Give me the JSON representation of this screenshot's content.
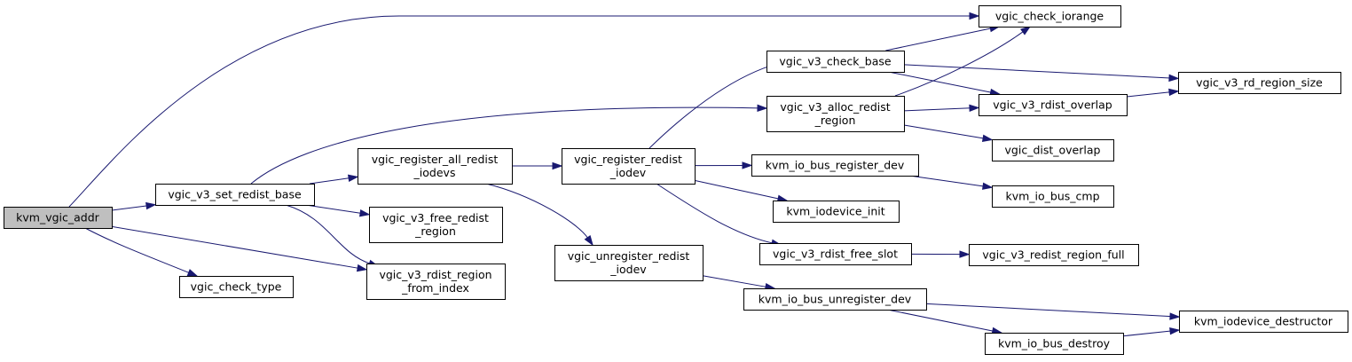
{
  "nodes": {
    "kvm_vgic_addr": {
      "lines": [
        "kvm_vgic_addr"
      ]
    },
    "vgic_v3_set_redist_base": {
      "lines": [
        "vgic_v3_set_redist_base"
      ]
    },
    "vgic_check_type": {
      "lines": [
        "vgic_check_type"
      ]
    },
    "vgic_register_all_redist_iodevs": {
      "lines": [
        "vgic_register_all_redist",
        "_iodevs"
      ]
    },
    "vgic_v3_free_redist_region": {
      "lines": [
        "vgic_v3_free_redist",
        "_region"
      ]
    },
    "vgic_v3_rdist_region_from_index": {
      "lines": [
        "vgic_v3_rdist_region",
        "_from_index"
      ]
    },
    "vgic_register_redist_iodev": {
      "lines": [
        "vgic_register_redist",
        "_iodev"
      ]
    },
    "vgic_unregister_redist_iodev": {
      "lines": [
        "vgic_unregister_redist",
        "_iodev"
      ]
    },
    "vgic_v3_check_base": {
      "lines": [
        "vgic_v3_check_base"
      ]
    },
    "vgic_v3_alloc_redist_region": {
      "lines": [
        "vgic_v3_alloc_redist",
        "_region"
      ]
    },
    "kvm_io_bus_register_dev": {
      "lines": [
        "kvm_io_bus_register_dev"
      ]
    },
    "kvm_iodevice_init": {
      "lines": [
        "kvm_iodevice_init"
      ]
    },
    "vgic_v3_rdist_free_slot": {
      "lines": [
        "vgic_v3_rdist_free_slot"
      ]
    },
    "kvm_io_bus_unregister_dev": {
      "lines": [
        "kvm_io_bus_unregister_dev"
      ]
    },
    "vgic_check_iorange": {
      "lines": [
        "vgic_check_iorange"
      ]
    },
    "vgic_v3_rdist_overlap": {
      "lines": [
        "vgic_v3_rdist_overlap"
      ]
    },
    "vgic_dist_overlap": {
      "lines": [
        "vgic_dist_overlap"
      ]
    },
    "kvm_io_bus_cmp": {
      "lines": [
        "kvm_io_bus_cmp"
      ]
    },
    "vgic_v3_redist_region_full": {
      "lines": [
        "vgic_v3_redist_region_full"
      ]
    },
    "kvm_io_bus_destroy": {
      "lines": [
        "kvm_io_bus_destroy"
      ]
    },
    "vgic_v3_rd_region_size": {
      "lines": [
        "vgic_v3_rd_region_size"
      ]
    },
    "kvm_iodevice_destructor": {
      "lines": [
        "kvm_iodevice_destructor"
      ]
    }
  },
  "root_node": "kvm_vgic_addr",
  "edges": [
    [
      "kvm_vgic_addr",
      "vgic_v3_set_redist_base"
    ],
    [
      "kvm_vgic_addr",
      "vgic_check_iorange"
    ],
    [
      "kvm_vgic_addr",
      "vgic_check_type"
    ],
    [
      "kvm_vgic_addr",
      "vgic_v3_rdist_region_from_index"
    ],
    [
      "vgic_v3_set_redist_base",
      "vgic_register_all_redist_iodevs"
    ],
    [
      "vgic_v3_set_redist_base",
      "vgic_v3_alloc_redist_region"
    ],
    [
      "vgic_v3_set_redist_base",
      "vgic_v3_free_redist_region"
    ],
    [
      "vgic_v3_set_redist_base",
      "vgic_v3_rdist_region_from_index"
    ],
    [
      "vgic_register_all_redist_iodevs",
      "vgic_register_redist_iodev"
    ],
    [
      "vgic_register_all_redist_iodevs",
      "vgic_unregister_redist_iodev"
    ],
    [
      "vgic_register_redist_iodev",
      "vgic_v3_check_base"
    ],
    [
      "vgic_register_redist_iodev",
      "kvm_io_bus_register_dev"
    ],
    [
      "vgic_register_redist_iodev",
      "kvm_iodevice_init"
    ],
    [
      "vgic_register_redist_iodev",
      "vgic_v3_rdist_free_slot"
    ],
    [
      "vgic_unregister_redist_iodev",
      "kvm_io_bus_unregister_dev"
    ],
    [
      "vgic_v3_check_base",
      "vgic_check_iorange"
    ],
    [
      "vgic_v3_check_base",
      "vgic_v3_rd_region_size"
    ],
    [
      "vgic_v3_check_base",
      "vgic_v3_rdist_overlap"
    ],
    [
      "vgic_v3_alloc_redist_region",
      "vgic_check_iorange"
    ],
    [
      "vgic_v3_alloc_redist_region",
      "vgic_v3_rdist_overlap"
    ],
    [
      "vgic_v3_alloc_redist_region",
      "vgic_dist_overlap"
    ],
    [
      "kvm_io_bus_register_dev",
      "kvm_io_bus_cmp"
    ],
    [
      "vgic_v3_rdist_free_slot",
      "vgic_v3_redist_region_full"
    ],
    [
      "kvm_io_bus_unregister_dev",
      "kvm_iodevice_destructor"
    ],
    [
      "kvm_io_bus_unregister_dev",
      "kvm_io_bus_destroy"
    ],
    [
      "vgic_v3_rdist_overlap",
      "vgic_v3_rd_region_size"
    ],
    [
      "kvm_io_bus_destroy",
      "kvm_iodevice_destructor"
    ]
  ],
  "colors": {
    "edge": "#191970",
    "root_fill": "#bfbfbf",
    "node_fill": "#ffffff",
    "node_stroke": "#000000"
  }
}
